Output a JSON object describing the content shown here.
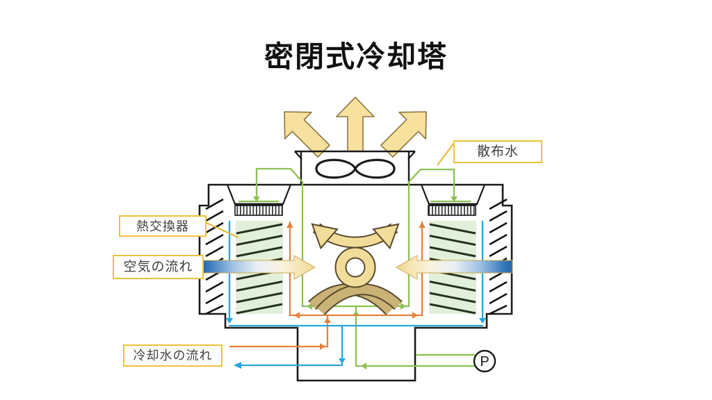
{
  "title": "密閉式冷却塔",
  "callouts": {
    "spray_water": "散布水",
    "heat_exchanger": "熱交換器",
    "air_flow": "空気の流れ",
    "cooling_water_flow": "冷却水の流れ"
  },
  "pump": {
    "label": "P"
  },
  "legend_colors": {
    "spray_water_pipe": "#8CC152",
    "hot_water_pipe": "#E4813C",
    "cold_water_pipe": "#27A5DF",
    "air_inlet_blue": "#2E74B5",
    "air_warm_yellow": "#F2D892",
    "exhaust_arrow_fill": "#F8E09E",
    "callout_border": "#EFC13B",
    "heat_exchanger_fill": "#E2EFDA"
  }
}
